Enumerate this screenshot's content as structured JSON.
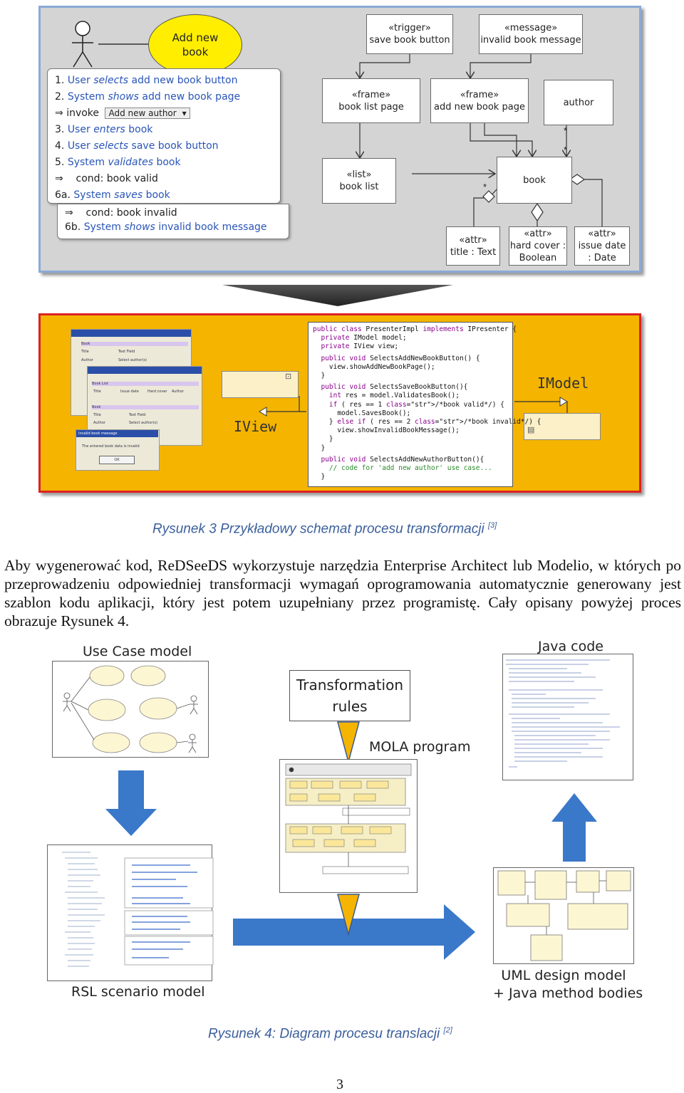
{
  "figure3": {
    "add_book_title": "Add new book",
    "steps": [
      {
        "num": "1.",
        "actor": "User",
        "verb": "selects",
        "rest": "add new book button"
      },
      {
        "num": "2.",
        "actor": "System",
        "verb": "shows",
        "rest": "add new book page"
      },
      {
        "num": "⇒",
        "invoke": "invoke",
        "dropdown": "Add new author"
      },
      {
        "num": "3.",
        "actor": "User",
        "verb": "enters",
        "rest": "book"
      },
      {
        "num": "4.",
        "actor": "User",
        "verb": "selects",
        "rest": "save book button"
      },
      {
        "num": "5.",
        "actor": "System",
        "verb": "validates",
        "rest": "book"
      },
      {
        "num": "⇒",
        "cond": "cond:  book valid"
      },
      {
        "num": "6a.",
        "actor": "System",
        "verb": "saves",
        "rest": "book"
      }
    ],
    "alt_steps": [
      {
        "num": "⇒",
        "cond": "cond:  book invalid"
      },
      {
        "num": "6b.",
        "actor": "System",
        "verb": "shows",
        "rest": "invalid book message"
      }
    ],
    "boxes": {
      "trigger": "«trigger»\nsave book button",
      "message": "«message»\ninvalid book message",
      "frame1": "«frame»\nbook list page",
      "frame2": "«frame»\nadd new book page",
      "author": "author",
      "list": "«list»\nbook list",
      "book": "book",
      "attr_title": "«attr»\ntitle : Text",
      "attr_hardcover": "«attr»\nhard cover :\nBoolean",
      "attr_issue": "«attr»\nissue date\n: Date"
    },
    "multiplicity": [
      "*",
      "*",
      "*"
    ],
    "code_lines": [
      "public class PresenterImpl implements IPresenter {",
      "  private IModel model;",
      "  private IView view;",
      "  public void SelectsAddNewBookButton() {",
      "    view.showAddNewBookPage();",
      "  }",
      "  public void SelectsSaveBookButton(){",
      "    int res = model.ValidatesBook();",
      "    if ( res == 1 /*book valid*/) {",
      "      model.SavesBook();",
      "    } else if ( res == 2 /*book invalid*/) {",
      "      view.showInvalidBookMessage();",
      "    }",
      "  }",
      "  public void SelectsAddNewAuthorButton(){",
      "    // code for 'add new author' use case...",
      "  }"
    ],
    "iview_label": "IView",
    "imodel_label": "IModel",
    "ui_mock": {
      "w1_title": "Book",
      "w1_rows": [
        "Title",
        "Text Field",
        "Author",
        "Select author(s)"
      ],
      "w2_title": "Book List",
      "w2_cols": [
        "Title",
        "Issue date",
        "Hard cover",
        "Author"
      ],
      "w2_book": "Book",
      "w2_rows": [
        "Title",
        "Text Field",
        "Author",
        "Select author(s)"
      ],
      "msg_title": "Invalid book message",
      "msg_text": "The entered book data is invalid",
      "msg_ok": "OK"
    },
    "caption_text": "Rysunek 3 Przykładowy schemat procesu transformacji",
    "caption_ref": "[3]"
  },
  "paragraph": "Aby wygenerować kod, ReDSeeDS wykorzystuje narzędzia Enterprise Architect lub Modelio, w których po przeprowadzeniu odpowiedniej transformacji wymagań oprogramowania automatycznie generowany jest szablon kodu aplikacji, który jest potem uzupełniany przez programistę. Cały opisany powyżej proces obrazuje Rysunek 4.",
  "figure4": {
    "use_case_label": "Use Case model",
    "java_code_label": "Java code",
    "transformation_rules": "Transformation\nrules",
    "mola_program": "MOLA program",
    "rsl_label": "RSL scenario model",
    "uml_label": "UML design model\n+ Java method bodies",
    "caption_text": "Rysunek 4: Diagram procesu translacji",
    "caption_ref": "[2]"
  },
  "page_number": "3",
  "colors": {
    "panel_gray": "#d4d4d4",
    "panel_orange": "#f4b400",
    "blue_arrow": "#3a78c9",
    "caption_blue": "#3b5f9c",
    "step_blue": "#2a55b8"
  }
}
